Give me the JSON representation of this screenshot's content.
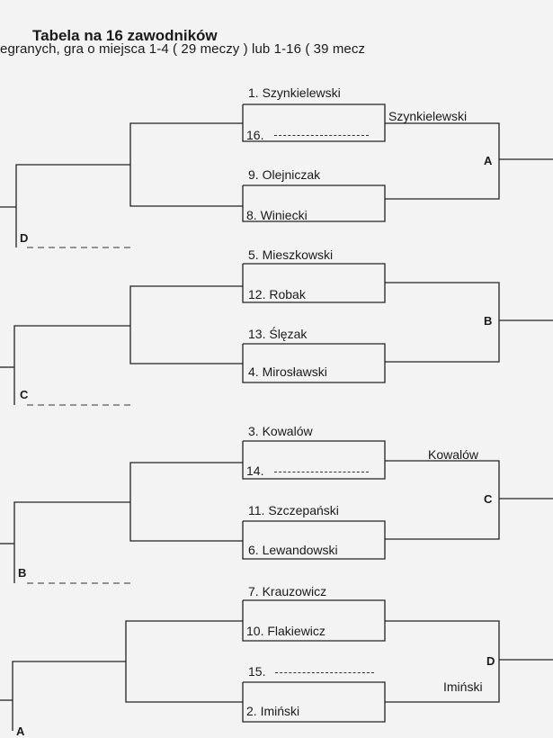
{
  "header": {
    "title": "Tabela  na 16 zawodników",
    "subtitle": "egranych, gra o miejsca 1-4 ( 29 meczy ) lub 1-16 ( 39 mecz"
  },
  "matches": [
    {
      "top": "1. Szynkielewski",
      "bottom": "16.",
      "winner": "Szynkielewski",
      "code": "A"
    },
    {
      "top": "9. Olejniczak",
      "bottom": "8. Winiecki"
    },
    {
      "top": "5. Mieszkowski",
      "bottom": "12. Robak",
      "code": "B"
    },
    {
      "top": "13. Ślęzak",
      "bottom": "4. Mirosławski"
    },
    {
      "top": "3. Kowalów",
      "bottom": "14.",
      "winner": "Kowalów",
      "code": "C"
    },
    {
      "top": "11. Szczepański",
      "bottom": "6. Lewandowski"
    },
    {
      "top": "7. Krauzowicz",
      "bottom": "10. Flakiewicz"
    },
    {
      "top": "15.",
      "bottom": "2. Imiński",
      "winner": "Imiński",
      "code": "D"
    }
  ],
  "left_codes": [
    "D",
    "C",
    "B",
    "A"
  ]
}
